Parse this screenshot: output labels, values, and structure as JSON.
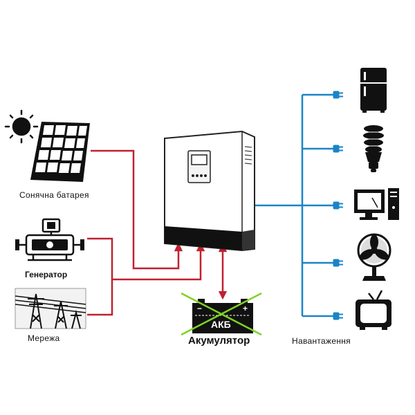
{
  "labels": {
    "solar": "Сонячна батарея",
    "generator": "Генератор",
    "grid": "Мережа",
    "battery_badge": "АКБ",
    "battery": "Акумулятор",
    "load": "Навантаження"
  },
  "colors": {
    "red_line": "#c0202f",
    "blue_line": "#1a84c8",
    "cross": "#7ed321",
    "device": "#111111"
  },
  "icons": [
    "sun-icon",
    "solar-panel-icon",
    "generator-icon",
    "power-tower-icon",
    "inverter-icon",
    "battery-icon",
    "fridge-icon",
    "lamp-icon",
    "computer-icon",
    "fan-icon",
    "tv-icon",
    "plug-icon"
  ]
}
